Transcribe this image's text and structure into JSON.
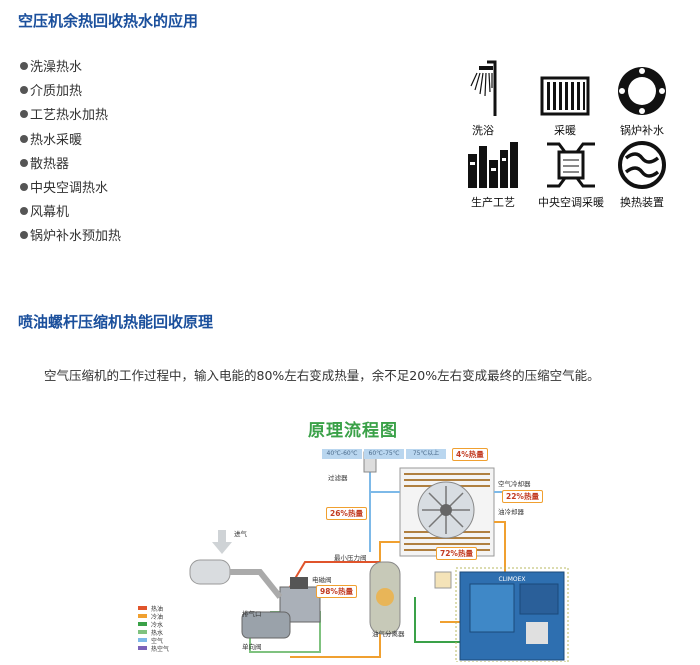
{
  "section1": {
    "title": "空压机余热回收热水的应用",
    "items": [
      "洗澡热水",
      "介质加热",
      "工艺热水加热",
      "热水采暖",
      "散热器",
      "中央空调热水",
      "风幕机",
      "锅炉补水预加热"
    ],
    "icons": [
      {
        "label": "洗浴",
        "icon": "shower-icon"
      },
      {
        "label": "采暖",
        "icon": "radiator-icon"
      },
      {
        "label": "锅炉补水",
        "icon": "boiler-icon"
      },
      {
        "label": "生产工艺",
        "icon": "factory-icon"
      },
      {
        "label": "中央空调采暖",
        "icon": "hvac-icon"
      },
      {
        "label": "换热装置",
        "icon": "heat-exchanger-icon"
      }
    ]
  },
  "section2": {
    "title": "喷油螺杆压缩机热能回收原理",
    "intro": "空气压缩机的工作过程中，输入电能的80%左右变成热量，余不足20%左右变成最终的压缩空气能。"
  },
  "diagram": {
    "title": "原理流程图",
    "temps": [
      "40℃-60℃",
      "60℃-75℃",
      "75℃以上"
    ],
    "tags": [
      "4%热量",
      "22%热量",
      "26%热量",
      "72%热量",
      "98%热量"
    ],
    "labels": {
      "filter": "过滤器",
      "air_cooler": "空气冷却器",
      "oil_cooler": "油冷却器",
      "min_pressure_valve": "最小压力阀",
      "intake": "进气",
      "solenoid_valve": "电磁阀",
      "exhaust": "排气口",
      "check_valve": "单向阀",
      "separator": "油气分离器"
    },
    "legend": [
      {
        "label": "热油",
        "color": "#e0542b"
      },
      {
        "label": "冷油",
        "color": "#f0a030"
      },
      {
        "label": "冷水",
        "color": "#3aa148"
      },
      {
        "label": "热水",
        "color": "#7fc27f"
      },
      {
        "label": "空气",
        "color": "#7db9e8"
      },
      {
        "label": "热空气",
        "color": "#7b62b8"
      }
    ]
  }
}
